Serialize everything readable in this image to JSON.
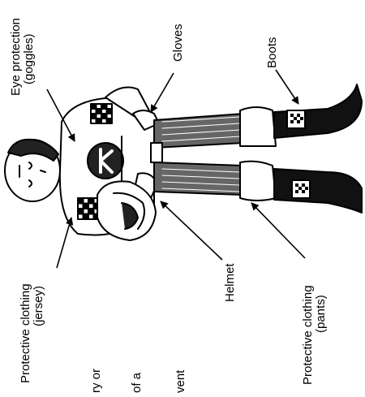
{
  "labels": {
    "eye_protection": {
      "line1": "Eye protection",
      "line2": "(goggles)"
    },
    "gloves": "Gloves",
    "boots": "Boots",
    "jersey": {
      "line1": "Protective clothing",
      "line2": "(jersey)"
    },
    "helmet": "Helmet",
    "pants": {
      "line1": "Protective clothing",
      "line2": "(pants)"
    }
  },
  "cut_off_text": [
    "ry or",
    "of a",
    "vent"
  ]
}
